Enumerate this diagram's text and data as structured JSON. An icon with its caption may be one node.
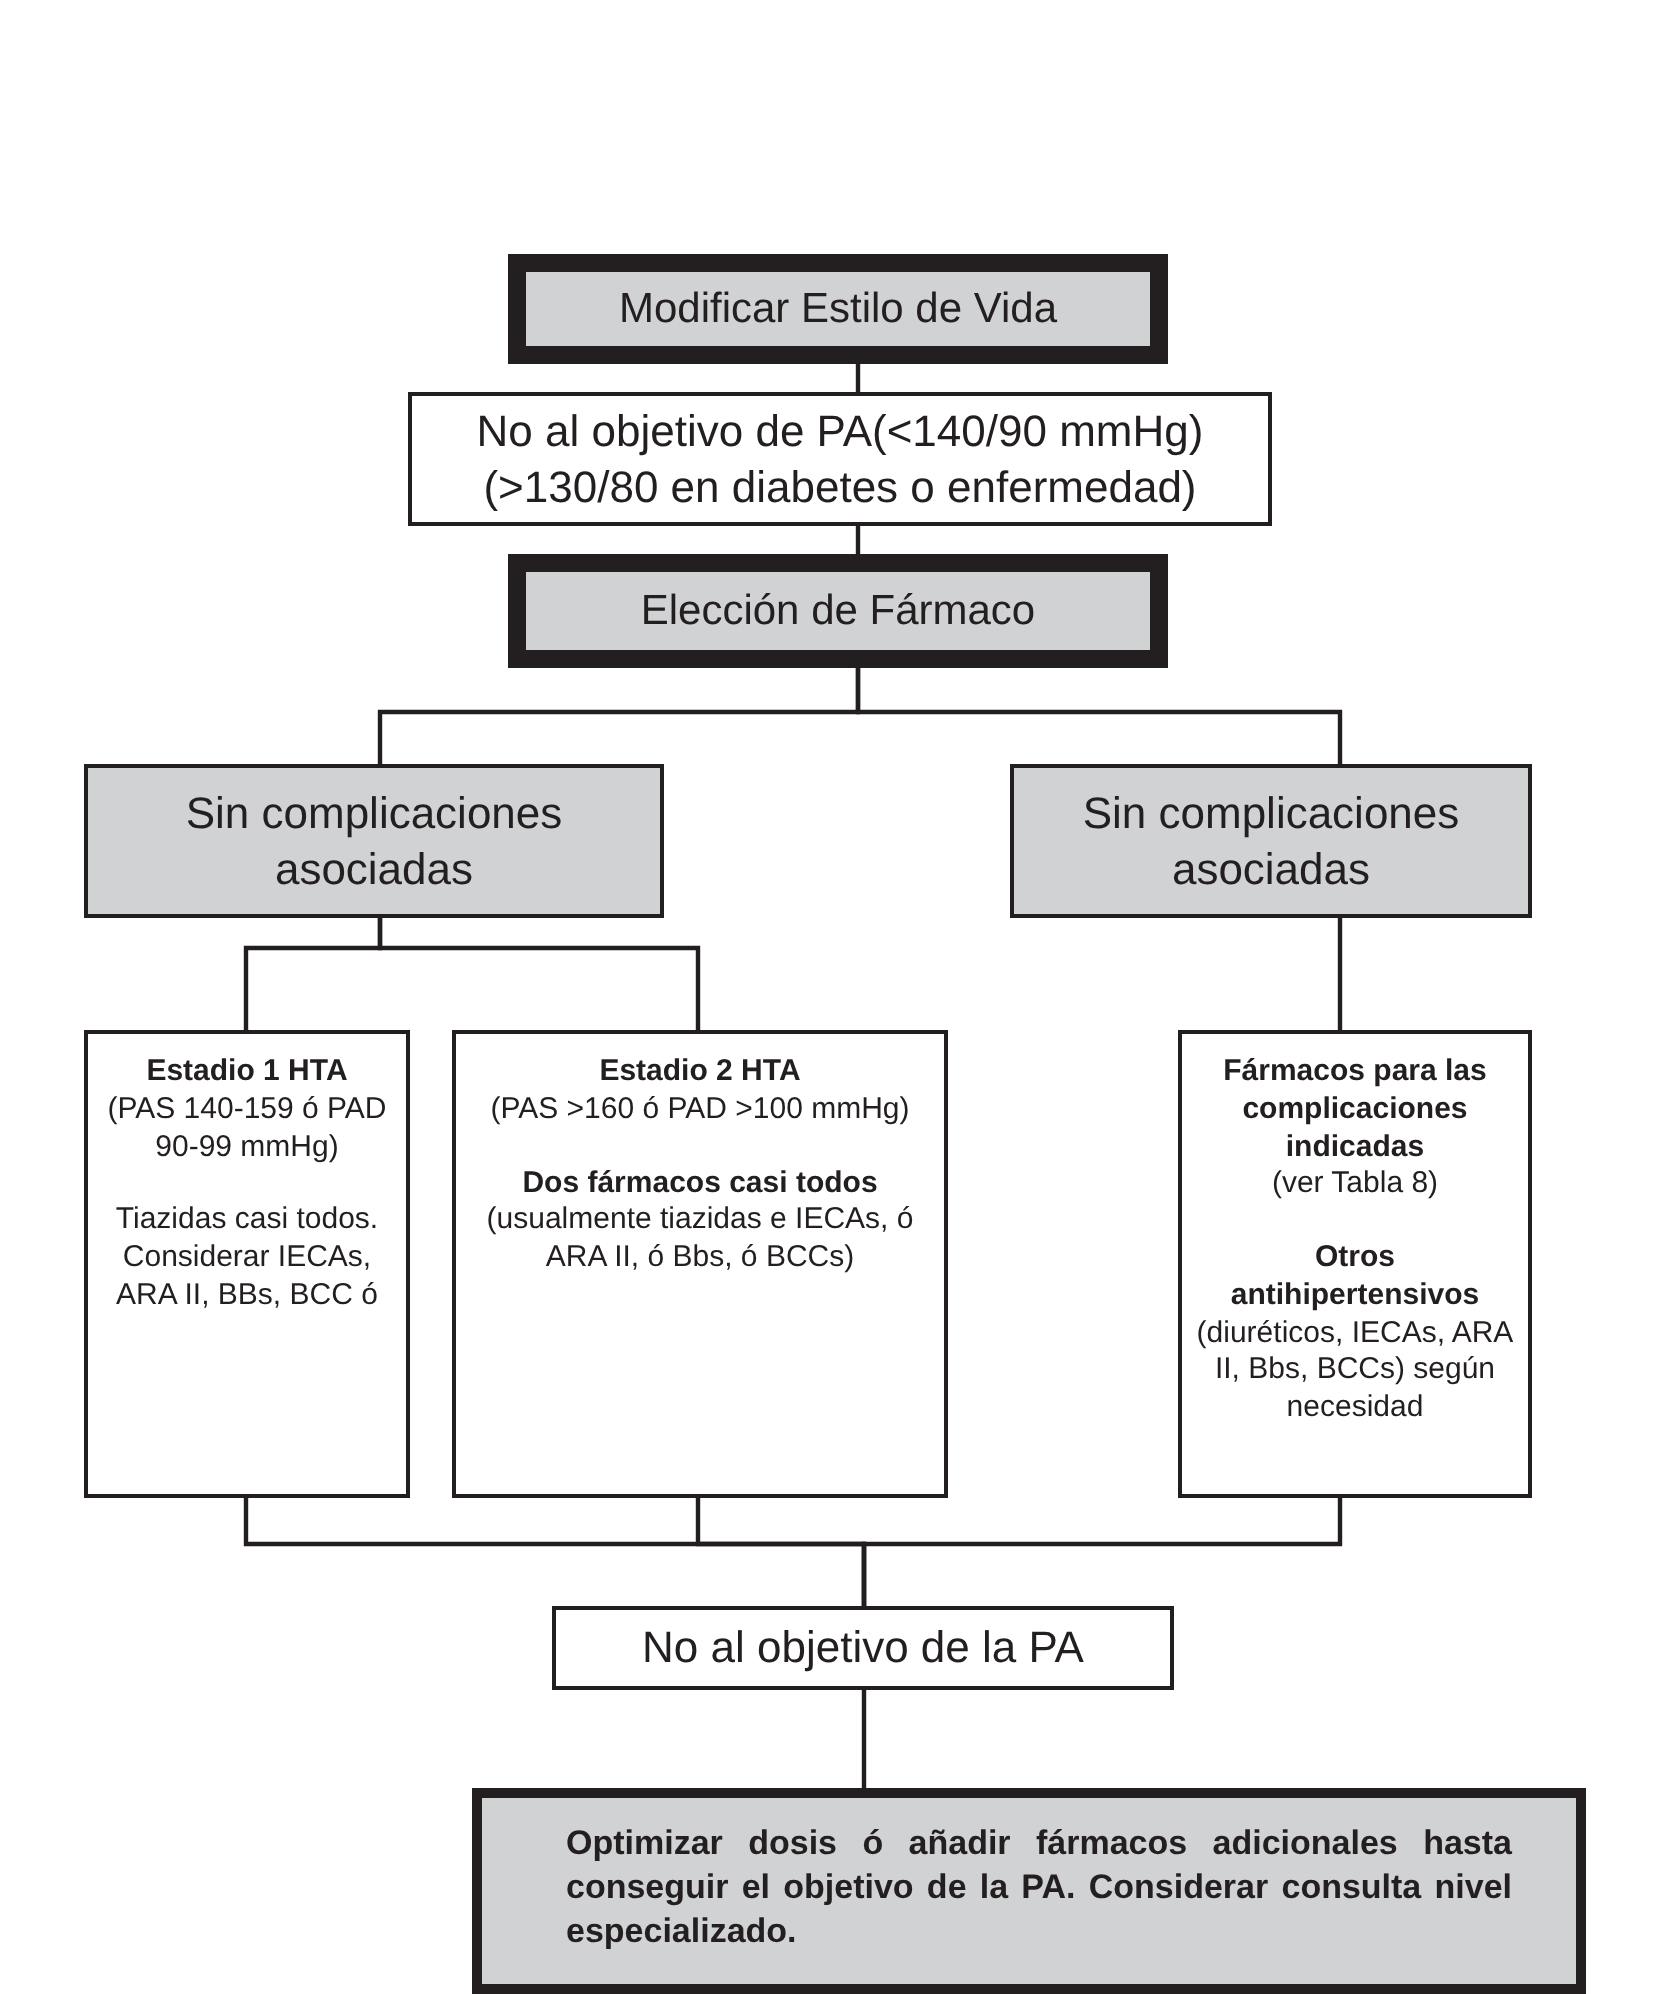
{
  "diagram": {
    "nodes": [
      {
        "text": [
          "Modificar Estilo de Vida"
        ]
      },
      {
        "text": [
          "No al objetivo de PA(<140/90 mmHg) (>130/80 en diabetes o enfermedad)"
        ]
      },
      {
        "text": [
          "Elección de Fármaco"
        ]
      },
      {
        "text": [
          "Sin complicaciones asociadas"
        ]
      },
      {
        "text": [
          "Sin complicaciones asociadas"
        ]
      },
      {
        "text": [
          "Estadio 1 HTA",
          "(PAS 140-159 ó PAD 90-99 mmHg)",
          "Tiazidas casi todos. Considerar IECAs, ARA II, BBs, BCC ó"
        ]
      },
      {
        "text": [
          "Estadio 2 HTA",
          "(PAS >160 ó PAD >100 mmHg)",
          "Dos fármacos casi todos",
          "(usualmente tiazidas e IECAs, ó ARA II, ó Bbs, ó BCCs)"
        ]
      },
      {
        "text": [
          "Fármacos para las complicaciones indicadas",
          "(ver Tabla 8)",
          "Otros antihipertensivos",
          "(diuréticos, IECAs, ARA II, Bbs, BCCs) según necesidad"
        ]
      },
      {
        "text": [
          "No al objetivo de la PA"
        ]
      },
      {
        "text": [
          "Optimizar dosis ó añadir fármacos adicionales hasta conseguir el objetivo de la PA. Considerar consulta nivel especializado."
        ]
      }
    ],
    "edges": [
      {
        "from": 0,
        "to": 1,
        "arrow": "none"
      },
      {
        "from": 1,
        "to": 2,
        "arrow": "none"
      },
      {
        "from": 2,
        "to": 3,
        "arrow": "none"
      },
      {
        "from": 2,
        "to": 4,
        "arrow": "none"
      },
      {
        "from": 3,
        "to": 5,
        "arrow": "none"
      },
      {
        "from": 3,
        "to": 6,
        "arrow": "none"
      },
      {
        "from": 4,
        "to": 7,
        "arrow": "none"
      },
      {
        "from": 5,
        "to": 8,
        "arrow": "none"
      },
      {
        "from": 6,
        "to": 8,
        "arrow": "none"
      },
      {
        "from": 7,
        "to": 8,
        "arrow": "none"
      },
      {
        "from": 8,
        "to": 9,
        "arrow": "none"
      }
    ]
  }
}
